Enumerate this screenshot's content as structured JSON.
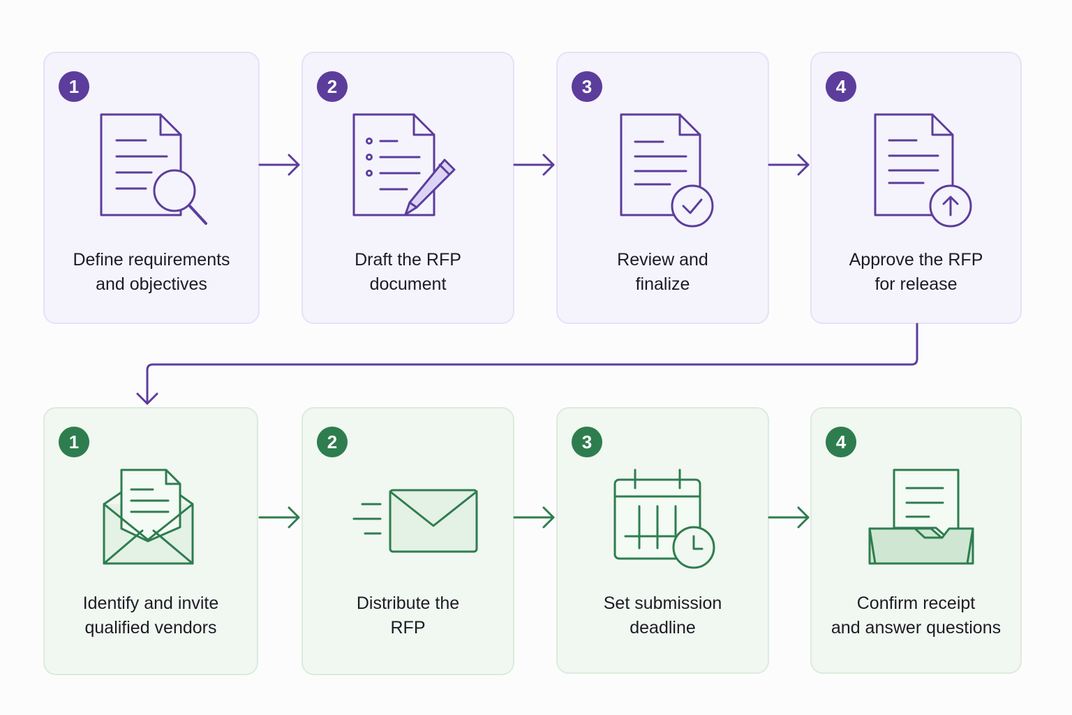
{
  "phase1": {
    "steps": [
      {
        "number": "1",
        "label": "Define requirements\nand objectives",
        "icon": "document-search-icon"
      },
      {
        "number": "2",
        "label": "Draft the RFP\ndocument",
        "icon": "document-pencil-icon"
      },
      {
        "number": "3",
        "label": "Review and\nfinalize",
        "icon": "document-check-icon"
      },
      {
        "number": "4",
        "label": "Approve the RFP\nfor release",
        "icon": "document-upload-icon"
      }
    ],
    "color": "#5c3d9c"
  },
  "phase2": {
    "steps": [
      {
        "number": "1",
        "label": "Identify and invite\nqualified vendors",
        "icon": "envelope-document-icon"
      },
      {
        "number": "2",
        "label": "Distribute the\nRFP",
        "icon": "send-mail-icon"
      },
      {
        "number": "3",
        "label": "Set submission\ndeadline",
        "icon": "calendar-clock-icon"
      },
      {
        "number": "4",
        "label": "Confirm receipt\nand answer questions",
        "icon": "folder-document-icon"
      }
    ],
    "color": "#2e7d4f"
  }
}
